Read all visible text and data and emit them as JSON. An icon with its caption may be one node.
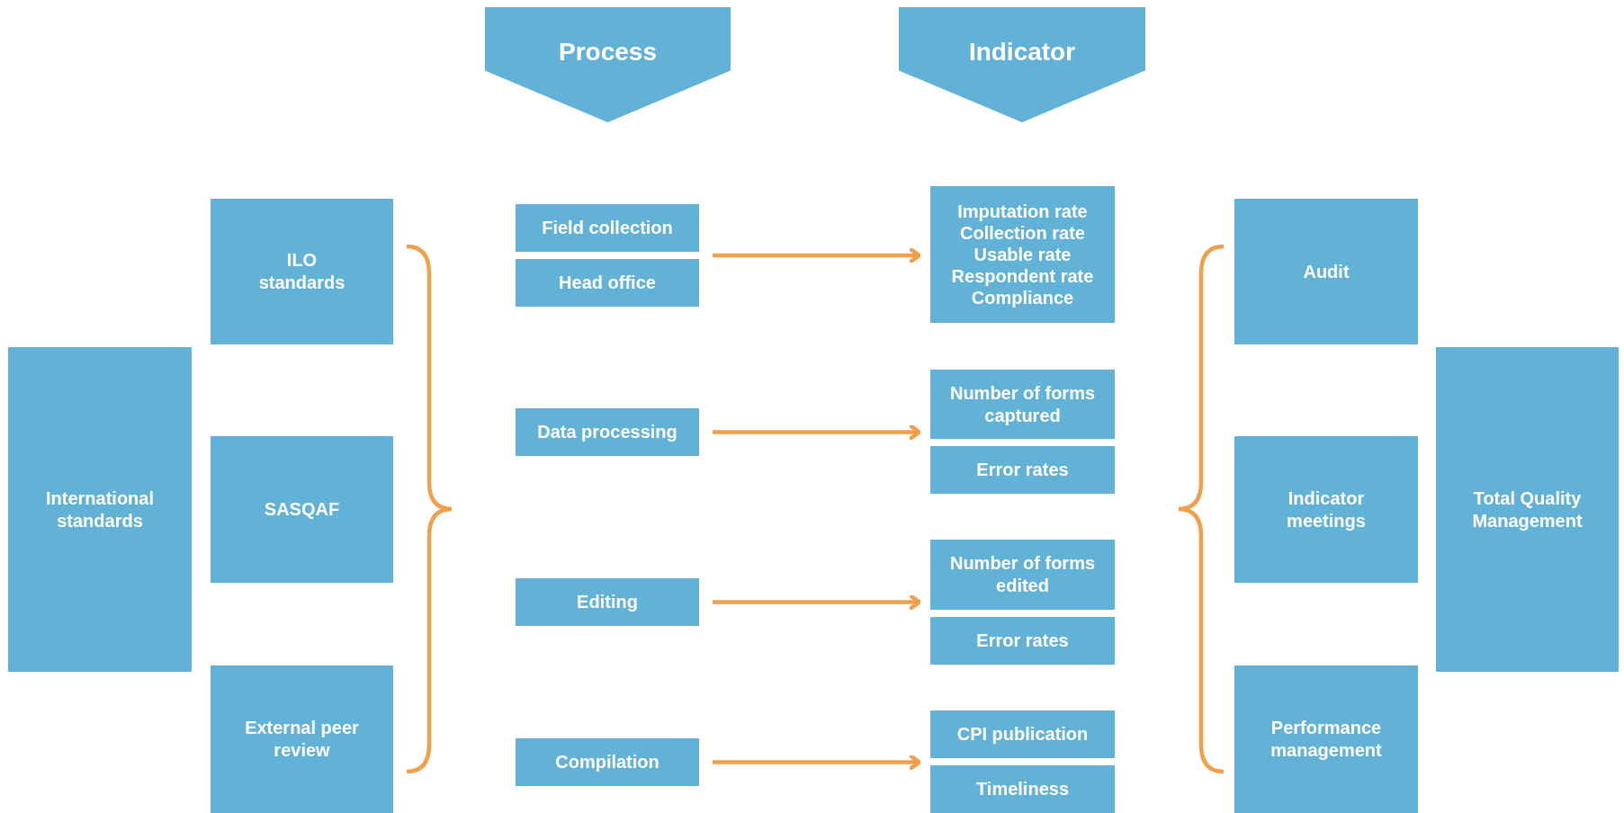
{
  "diagram": {
    "nodes": [
      {
        "text": [
          "Process"
        ]
      },
      {
        "text": [
          "Indicator"
        ]
      },
      {
        "text": [
          "International standards"
        ]
      },
      {
        "text": [
          "ILO standards"
        ]
      },
      {
        "text": [
          "SASQAF"
        ]
      },
      {
        "text": [
          "External peer review"
        ]
      },
      {
        "text": [
          "Field collection"
        ]
      },
      {
        "text": [
          "Head office"
        ]
      },
      {
        "text": [
          "Data processing"
        ]
      },
      {
        "text": [
          "Editing"
        ]
      },
      {
        "text": [
          "Compilation"
        ]
      },
      {
        "text": [
          "Imputation rate",
          "Collection rate",
          "Usable rate",
          "Respondent rate",
          "Compliance"
        ]
      },
      {
        "text": [
          "Number of forms captured"
        ]
      },
      {
        "text": [
          "Error rates"
        ]
      },
      {
        "text": [
          "Number of forms edited"
        ]
      },
      {
        "text": [
          "Error rates"
        ]
      },
      {
        "text": [
          "CPI publication"
        ]
      },
      {
        "text": [
          "Timeliness"
        ]
      },
      {
        "text": [
          "Audit"
        ]
      },
      {
        "text": [
          "Indicator meetings"
        ]
      },
      {
        "text": [
          "Performance management"
        ]
      },
      {
        "text": [
          "Total Quality Management"
        ]
      }
    ],
    "edges": [
      {
        "from": 6,
        "to": 11,
        "arrow": "to"
      },
      {
        "from": 7,
        "to": 11,
        "arrow": "to"
      },
      {
        "from": 8,
        "to": 12,
        "arrow": "to"
      },
      {
        "from": 9,
        "to": 14,
        "arrow": "to"
      },
      {
        "from": 10,
        "to": 16,
        "arrow": "to"
      }
    ]
  }
}
